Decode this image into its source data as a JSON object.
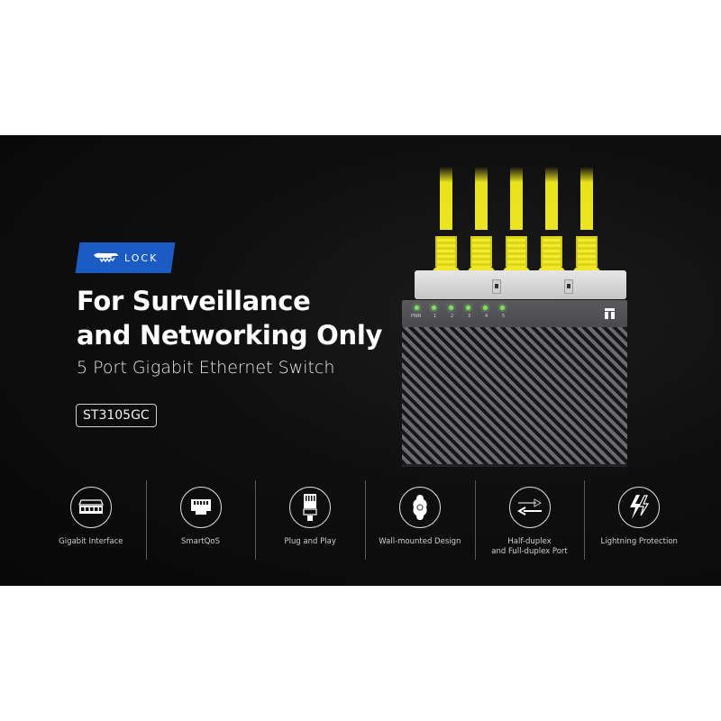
{
  "brand": {
    "logo_text": "LOCK",
    "logo_color": "#1a5bc4"
  },
  "hero": {
    "headline_line1": "For Surveillance",
    "headline_line2": "and Networking Only",
    "subtitle": "5 Port Gigabit Ethernet Switch",
    "model": "ST3105GC"
  },
  "product": {
    "cable_color": "#ece524",
    "led_labels": [
      "PWR",
      "1",
      "2",
      "3",
      "4",
      "5"
    ],
    "led_color": "#7ee05a"
  },
  "features": [
    {
      "icon": "switch-ports-icon",
      "label": "Gigabit Interface"
    },
    {
      "icon": "rj45-port-icon",
      "label": "SmartQoS"
    },
    {
      "icon": "ethernet-plug-icon",
      "label": "Plug and Play"
    },
    {
      "icon": "wall-mount-icon",
      "label": "Wall-mounted Design"
    },
    {
      "icon": "duplex-arrows-icon",
      "label": "Half-duplex\nand Full-duplex Port",
      "label_line1": "Half-duplex",
      "label_line2": "and Full-duplex Port"
    },
    {
      "icon": "lightning-icon",
      "label": "Lightning Protection"
    }
  ]
}
